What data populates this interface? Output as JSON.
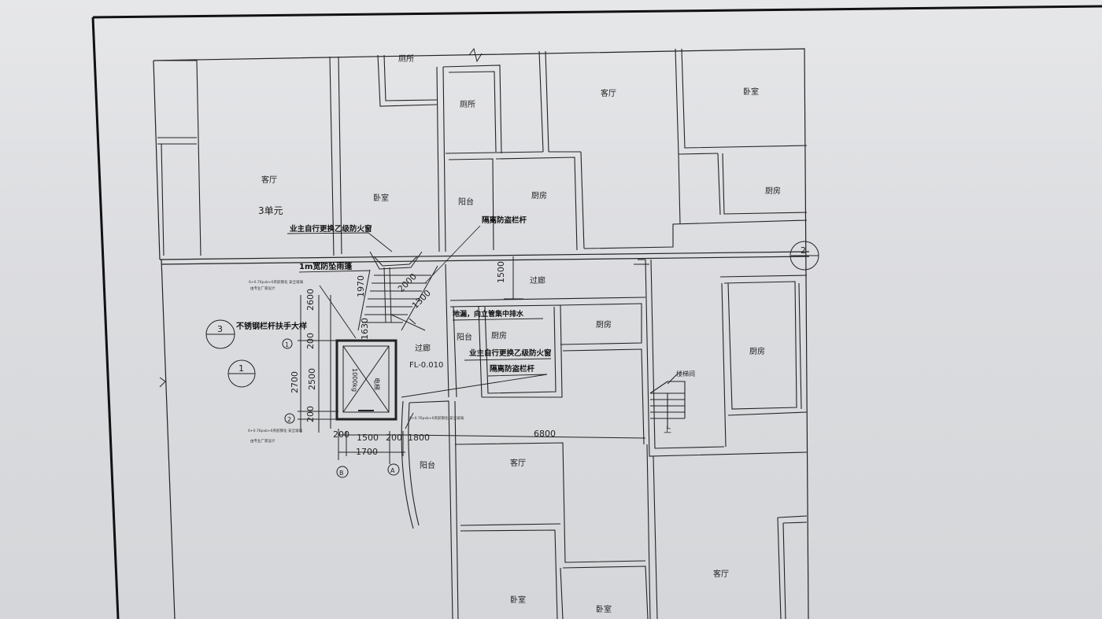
{
  "rooms": {
    "toilet_top": "厕所",
    "toilet_a": "厕所",
    "living_top_mid": "客厅",
    "bedroom_top_right": "卧室",
    "living_left": "客厅",
    "unit_label": "3单元",
    "bedroom_left": "卧室",
    "balcony_top": "阳台",
    "kitchen_top": "厨房",
    "kitchen_right_top": "厨房",
    "corridor_top": "过廊",
    "balcony_mid": "阳台",
    "kitchen_mid": "厨房",
    "kitchen_small": "厨房",
    "corridor_mid": "过廊",
    "kitchen_far_right": "厨房",
    "stairwell": "楼梯间",
    "stair_up": "上",
    "balcony_bottom": "阳台",
    "living_bottom": "客厅",
    "living_bottom_right": "客厅",
    "bedroom_bottom_a": "卧室",
    "bedroom_bottom_b": "卧室",
    "elevator": "电梯"
  },
  "notes": {
    "fire_window_top": "业主自行更换乙级防火窗",
    "guard_rail_top": "隔离防盗栏杆",
    "canopy": "1m宽防坠雨篷",
    "floor_drain": "地漏，向立管集中排水",
    "fire_window_mid": "业主自行更换乙级防火窗",
    "guard_rail_mid": "隔离防盗栏杆",
    "handrail": "不锈钢栏杆扶手大样",
    "elevator_load": "1000kg",
    "floor_level": "FL-0.010",
    "glass_spec_a": "6+0.76pvb+6夹胶钢化 安全玻璃",
    "glass_spec_a2": "由专业厂家设计",
    "glass_spec_b": "6+0.76pvb+6夹胶钢化 安全玻璃",
    "glass_spec_b2": "由专业厂家设计",
    "glass_spec_c": "6+0.76pvb+6夹胶钢化 安全玻璃"
  },
  "dimensions": {
    "d1500_v": "1500",
    "d1970": "1970",
    "d2000": "2000",
    "d1300": "1300",
    "d2600": "2600",
    "d1630": "1630",
    "d200_a": "200",
    "d2700": "2700",
    "d2500": "2500",
    "d200_b": "200",
    "d200_c": "200",
    "d1500_h": "1500",
    "d200_d": "200",
    "d1800": "1800",
    "d6800": "6800",
    "d1700": "1700"
  },
  "axes": {
    "axis_2_right": "2",
    "axis_3": "3",
    "axis_1": "1",
    "axis_1_small": "1",
    "axis_2_small": "2",
    "axis_B": "B",
    "axis_A": "A"
  }
}
